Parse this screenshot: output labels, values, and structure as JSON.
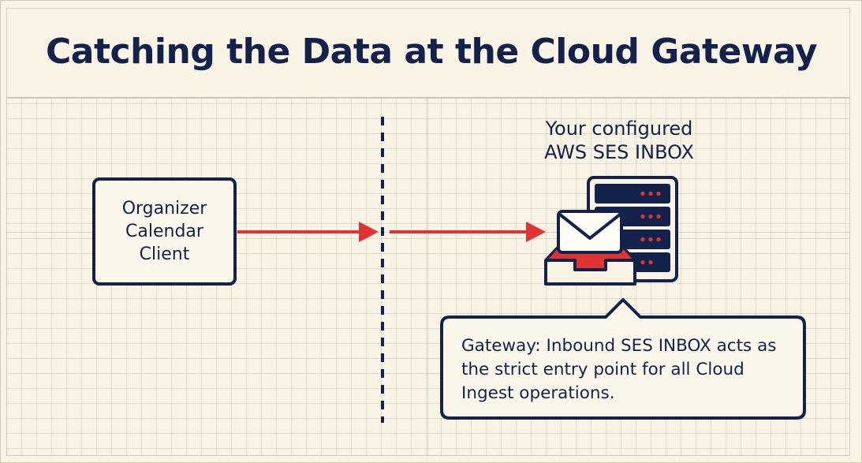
{
  "title": "Catching the Data at the Cloud Gateway",
  "client": {
    "label": "Organizer\nCalendar\nClient"
  },
  "inbox": {
    "title": "Your configured\nAWS SES INBOX",
    "icons": [
      "server-icon",
      "inbox-tray-icon",
      "envelope-icon"
    ]
  },
  "callout": {
    "text": "Gateway: Inbound SES INBOX acts as the strict entry point for all Cloud Ingest operations."
  },
  "colors": {
    "navy": "#13224a",
    "accent_red": "#e03434",
    "background": "#f8f3e4"
  }
}
